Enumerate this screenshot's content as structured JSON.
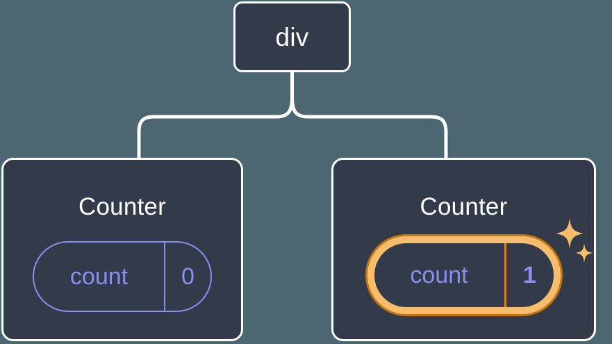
{
  "diagram": {
    "type": "component-tree",
    "background_color": "#4b6670",
    "node_fill_color": "#333b4a",
    "node_border_color": "#fdfdfd",
    "connector_color": "#ffffff",
    "accent_color": "#8b8ef0",
    "highlight_outer_color": "#c4770f",
    "highlight_inner_color": "#f7bd6d",
    "sparkle_color": "#f7bd6d"
  },
  "root": {
    "label": "div"
  },
  "children": [
    {
      "title": "Counter",
      "state": {
        "key": "count",
        "value": "0"
      },
      "highlighted": false
    },
    {
      "title": "Counter",
      "state": {
        "key": "count",
        "value": "1"
      },
      "highlighted": true
    }
  ],
  "icons": {
    "sparkle_large": "sparkle-icon",
    "sparkle_small": "sparkle-icon"
  }
}
